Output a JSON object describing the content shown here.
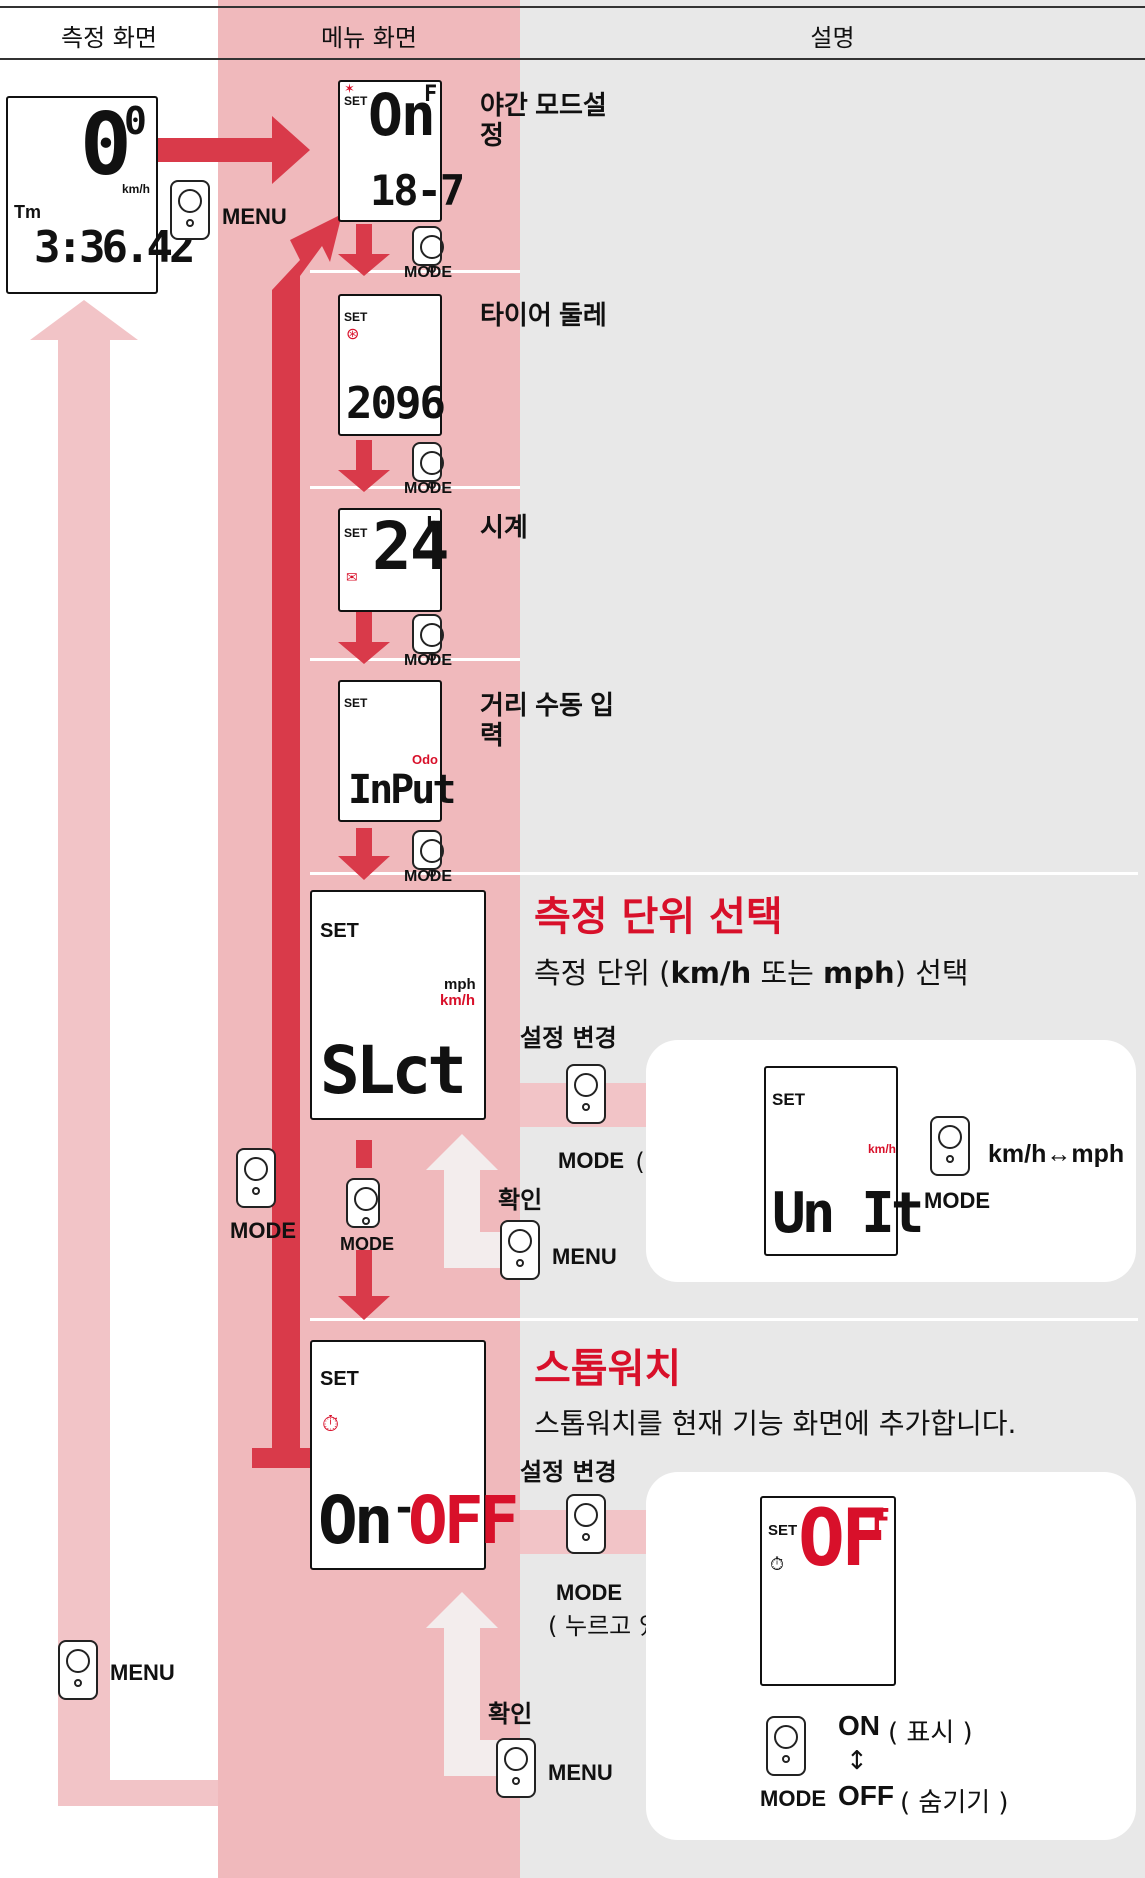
{
  "header": {
    "col_measure": "측정 화면",
    "col_menu": "메뉴 화면",
    "col_desc": "설명"
  },
  "measure_screen": {
    "speed": "0",
    "speed_dec": "0",
    "unit": "km/h",
    "label": "Tm",
    "time": "3:36.42"
  },
  "buttons": {
    "menu": "MENU",
    "mode": "MODE"
  },
  "menu_items": [
    {
      "label": "야간 모드설정",
      "set": "SET",
      "value": "On",
      "sup": "F",
      "sub_value": "18-7"
    },
    {
      "label": "타이어 둘레",
      "set": "SET",
      "value": "2096"
    },
    {
      "label": "시계",
      "set": "SET",
      "value": "24",
      "sup": "h"
    },
    {
      "label": "거리 수동 입력",
      "set": "SET",
      "tag": "Odo",
      "value": "InPut"
    }
  ],
  "unit_select": {
    "title": "측정 단위 선택",
    "desc_pre": "측정 단위 (",
    "desc_kmh": "km/h",
    "desc_mid": " 또는 ",
    "desc_mph": "mph",
    "desc_post": ") 선택",
    "lcd_set": "SET",
    "lcd_mph": "mph",
    "lcd_kmh": "km/h",
    "lcd_value": "SLct",
    "change_label": "설정 변경",
    "press_hold": "( 누르고 있음 )",
    "confirm_label": "확인",
    "result_set": "SET",
    "result_unit": "km/h",
    "result_value": "Un It",
    "toggle_text": "km/h↔mph"
  },
  "stopwatch": {
    "title": "스톱워치",
    "desc": "스톱워치를 현재 기능 화면에 추가합니다.",
    "lcd_set": "SET",
    "lcd_on": "On",
    "lcd_sep": "-",
    "lcd_off": "OFF",
    "change_label": "설정 변경",
    "press_hold": "( 누르고 있음 )",
    "confirm_label": "확인",
    "result_set": "SET",
    "result_value": "OF",
    "result_sup": "F",
    "on_label": "ON",
    "on_desc": "( 표시 )",
    "toggle_arrow": "↕",
    "off_label": "OFF",
    "off_desc": "( 숨기기 )"
  },
  "colors": {
    "accent": "#d8102a",
    "arrow_red": "#d93a4a",
    "arrow_pink": "#f2c4c7",
    "menu_band": "#f0b9bc",
    "desc_band": "#e8e8e8"
  }
}
